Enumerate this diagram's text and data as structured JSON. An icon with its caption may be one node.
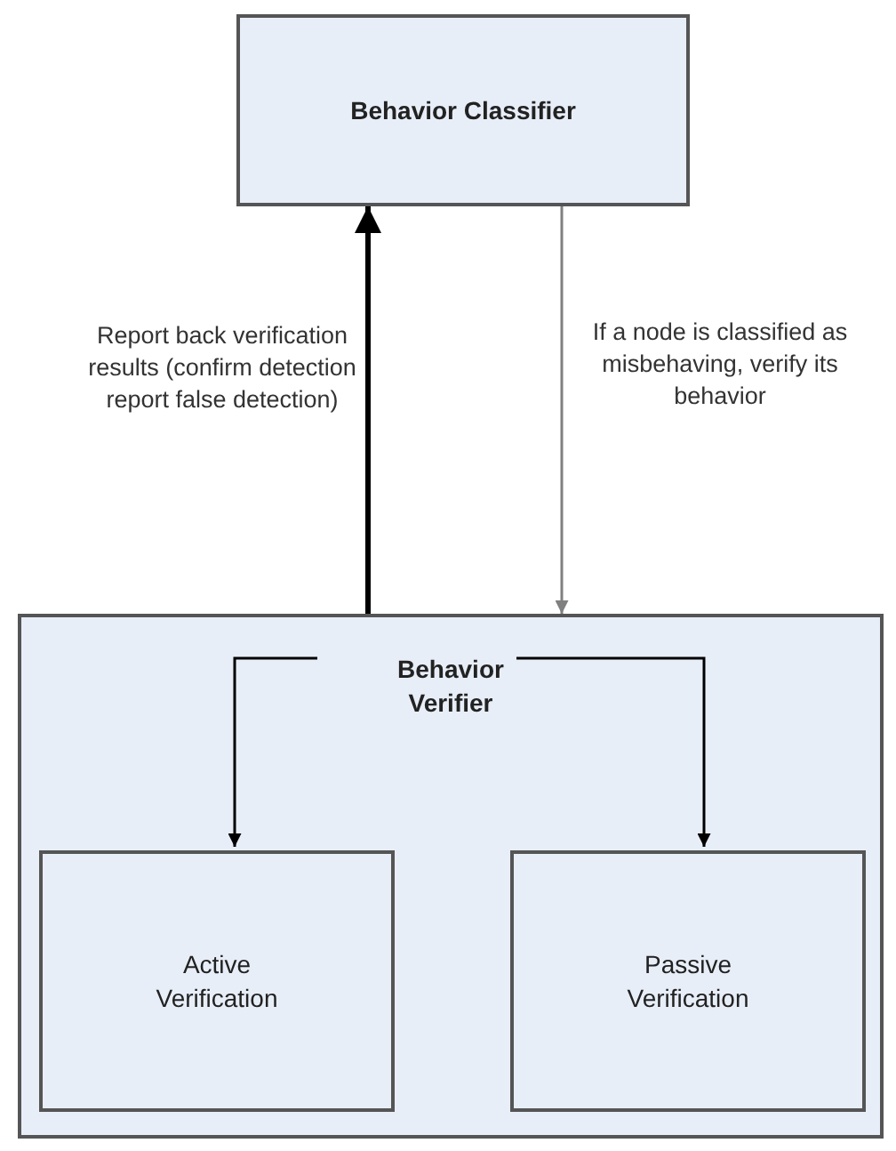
{
  "diagram": {
    "nodes": [
      {
        "text": [
          "Behavior Classifier"
        ]
      },
      {
        "text": [
          "Behavior Verifier"
        ]
      },
      {
        "text": [
          "Active Verification"
        ],
        "in": 1
      },
      {
        "text": [
          "Passive Verification"
        ],
        "in": 1
      }
    ],
    "edges": [
      {
        "from": 1,
        "to": 0,
        "arrow": "to",
        "style": "thick",
        "label": "Report back verification results (confirm detection report false detection)"
      },
      {
        "from": 0,
        "to": 1,
        "arrow": "to",
        "color": "#808080",
        "label": "If a node is classified as misbehaving, verify its behavior"
      },
      {
        "from": 1,
        "to": 2,
        "arrow": "to"
      },
      {
        "from": 1,
        "to": 3,
        "arrow": "to"
      }
    ]
  }
}
